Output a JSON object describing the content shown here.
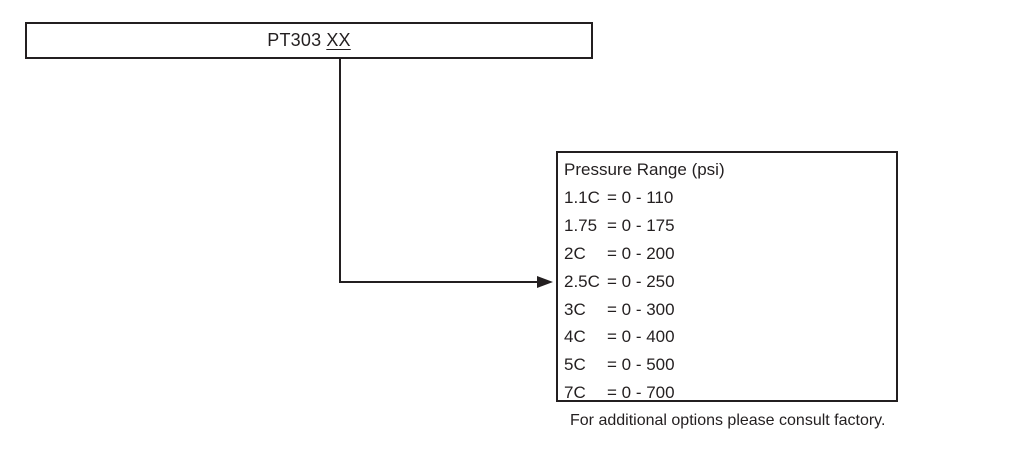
{
  "model": {
    "prefix": "PT303",
    "suffix": "XX"
  },
  "options": {
    "heading": "Pressure Range (psi)",
    "items": [
      {
        "code": "1.1C",
        "range": "= 0 - 110"
      },
      {
        "code": "1.75",
        "range": "= 0 - 175"
      },
      {
        "code": "2C",
        "range": "= 0 - 200"
      },
      {
        "code": "2.5C",
        "range": "= 0 - 250"
      },
      {
        "code": "3C",
        "range": "= 0 - 300"
      },
      {
        "code": "4C",
        "range": "= 0 - 400"
      },
      {
        "code": "5C",
        "range": "= 0 - 500"
      },
      {
        "code": "7C",
        "range": "= 0 - 700"
      }
    ]
  },
  "footnote": "For additional options please consult factory.",
  "colors": {
    "line": "#231f20",
    "background": "#ffffff"
  }
}
